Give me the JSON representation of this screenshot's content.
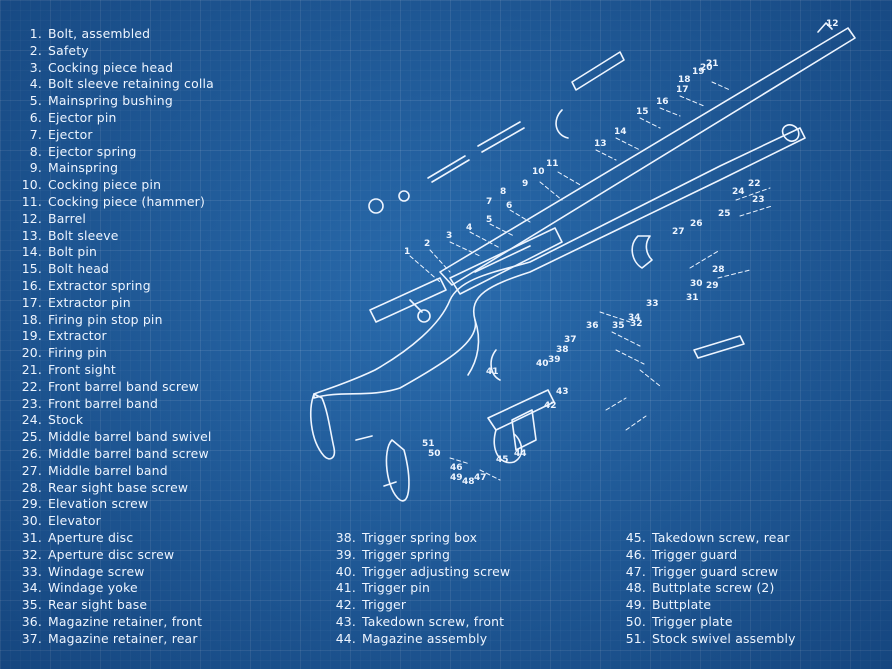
{
  "parts": [
    {
      "num": "1.",
      "name": "Bolt, assembled"
    },
    {
      "num": "2.",
      "name": "Safety"
    },
    {
      "num": "3.",
      "name": "Cocking piece head"
    },
    {
      "num": "4.",
      "name": "Bolt sleeve retaining colla"
    },
    {
      "num": "5.",
      "name": "Mainspring bushing"
    },
    {
      "num": "6.",
      "name": "Ejector pin"
    },
    {
      "num": "7.",
      "name": "Ejector"
    },
    {
      "num": "8.",
      "name": "Ejector spring"
    },
    {
      "num": "9.",
      "name": "Mainspring"
    },
    {
      "num": "10.",
      "name": "Cocking piece pin"
    },
    {
      "num": "11.",
      "name": "Cocking piece (hammer)"
    },
    {
      "num": "12.",
      "name": "Barrel"
    },
    {
      "num": "13.",
      "name": "Bolt sleeve"
    },
    {
      "num": "14.",
      "name": "Bolt pin"
    },
    {
      "num": "15.",
      "name": "Bolt head"
    },
    {
      "num": "16.",
      "name": "Extractor spring"
    },
    {
      "num": "17.",
      "name": "Extractor pin"
    },
    {
      "num": "18.",
      "name": "Firing pin stop pin"
    },
    {
      "num": "19.",
      "name": "Extractor"
    },
    {
      "num": "20.",
      "name": "Firing pin"
    },
    {
      "num": "21.",
      "name": "Front sight"
    },
    {
      "num": "22.",
      "name": "Front barrel band screw"
    },
    {
      "num": "23.",
      "name": "Front barrel band"
    },
    {
      "num": "24.",
      "name": "Stock"
    },
    {
      "num": "25.",
      "name": "Middle barrel band swivel"
    },
    {
      "num": "26.",
      "name": "Middle barrel band screw"
    },
    {
      "num": "27.",
      "name": "Middle barrel band"
    },
    {
      "num": "28.",
      "name": "Rear sight base screw"
    },
    {
      "num": "29.",
      "name": "Elevation screw"
    },
    {
      "num": "30.",
      "name": "Elevator"
    },
    {
      "num": "31.",
      "name": "Aperture disc"
    },
    {
      "num": "32.",
      "name": "Aperture disc screw"
    },
    {
      "num": "33.",
      "name": "Windage screw"
    },
    {
      "num": "34.",
      "name": "Windage yoke"
    },
    {
      "num": "35.",
      "name": "Rear sight base"
    },
    {
      "num": "36.",
      "name": "Magazine retainer, front"
    },
    {
      "num": "37.",
      "name": "Magazine retainer, rear"
    },
    {
      "num": "38.",
      "name": "Trigger spring box"
    },
    {
      "num": "39.",
      "name": "Trigger spring"
    },
    {
      "num": "40.",
      "name": "Trigger adjusting screw"
    },
    {
      "num": "41.",
      "name": "Trigger pin"
    },
    {
      "num": "42.",
      "name": "Trigger"
    },
    {
      "num": "43.",
      "name": "Takedown screw, front"
    },
    {
      "num": "44.",
      "name": "Magazine assembly"
    },
    {
      "num": "45.",
      "name": "Takedown screw, rear"
    },
    {
      "num": "46.",
      "name": "Trigger guard"
    },
    {
      "num": "47.",
      "name": "Trigger guard screw"
    },
    {
      "num": "48.",
      "name": "Buttplate screw (2)"
    },
    {
      "num": "49.",
      "name": "Buttplate"
    },
    {
      "num": "50.",
      "name": "Trigger plate"
    },
    {
      "num": "51.",
      "name": "Stock swivel assembly"
    }
  ],
  "callouts": [
    "1",
    "2",
    "3",
    "4",
    "5",
    "6",
    "7",
    "8",
    "9",
    "10",
    "11",
    "12",
    "13",
    "14",
    "15",
    "16",
    "17",
    "18",
    "19",
    "20",
    "21",
    "22",
    "23",
    "24",
    "25",
    "26",
    "27",
    "28",
    "29",
    "30",
    "31",
    "32",
    "33",
    "34",
    "35",
    "36",
    "37",
    "38",
    "39",
    "40",
    "41",
    "42",
    "43",
    "44",
    "45",
    "46",
    "47",
    "48",
    "49",
    "50",
    "51"
  ],
  "colors": {
    "background": "#1f5f9e",
    "line": "#eef5ff"
  }
}
